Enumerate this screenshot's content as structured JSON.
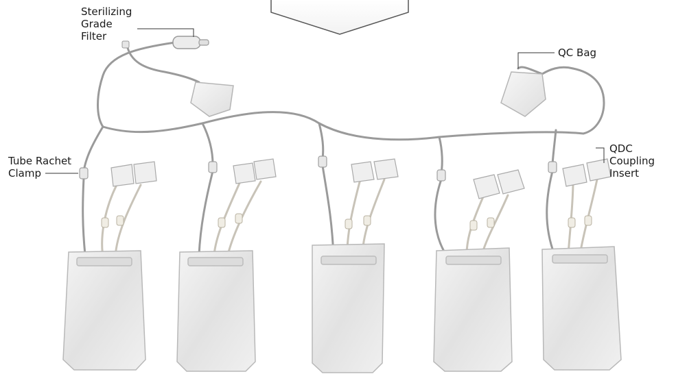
{
  "labels": {
    "sterilizing_filter": [
      "Sterilizing",
      "Grade",
      "Filter"
    ],
    "qc_bag": "QC Bag",
    "tube_clamp": [
      "Tube Rachet",
      "Clamp"
    ],
    "qdc_insert": [
      "QDC",
      "Coupling",
      "Insert"
    ]
  },
  "colors": {
    "bag_fill": "#e6e6e6",
    "bag_edge": "#bdbdbd",
    "tube": "#9a9a9a",
    "callout_line": "#333333"
  },
  "icons": [
    "filter-capsule-icon",
    "qc-bag-icon",
    "clamp-icon",
    "coupling-insert-icon",
    "storage-bag-icon"
  ]
}
